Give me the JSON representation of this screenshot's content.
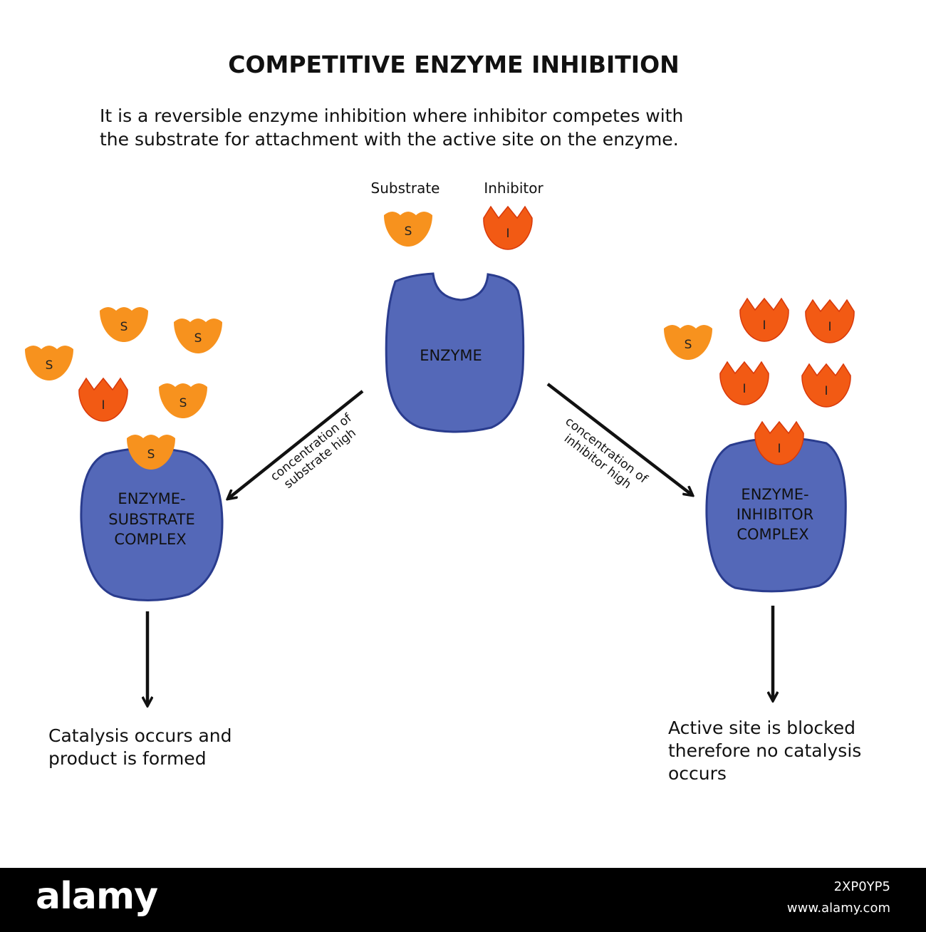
{
  "title": "COMPETITIVE ENZYME INHIBITION",
  "description": {
    "line1": "It is a reversible enzyme inhibition where inhibitor competes with",
    "line2": "the substrate for attachment with the active site on the enzyme."
  },
  "legend": {
    "substrate": "Substrate",
    "inhibitor": "Inhibitor"
  },
  "molecule_letters": {
    "substrate": "S",
    "inhibitor": "I"
  },
  "enzyme": {
    "label": "ENZYME"
  },
  "left_branch": {
    "arrow_note_line1": "concentration of",
    "arrow_note_line2": "substrate high",
    "complex_line1": "ENZYME-",
    "complex_line2": "SUBSTRATE",
    "complex_line3": "COMPLEX",
    "result_line1": "Catalysis occurs and",
    "result_line2": "product is formed"
  },
  "right_branch": {
    "arrow_note_line1": "concentration of",
    "arrow_note_line2": "inhibitor high",
    "complex_line1": "ENZYME-",
    "complex_line2": "INHIBITOR",
    "complex_line3": "COMPLEX",
    "result_line1": "Active site is blocked",
    "result_line2": "therefore no catalysis",
    "result_line3": "occurs"
  },
  "footer": {
    "logo": "alamy",
    "image_id": "2XP0YP5",
    "url": "www.alamy.com"
  },
  "colors": {
    "enzyme": "#5468B8",
    "enzyme_outline": "#2A3C8E",
    "substrate": "#F7921E",
    "inhibitor": "#F25A14",
    "inhibitor_outline": "#D8380A"
  }
}
